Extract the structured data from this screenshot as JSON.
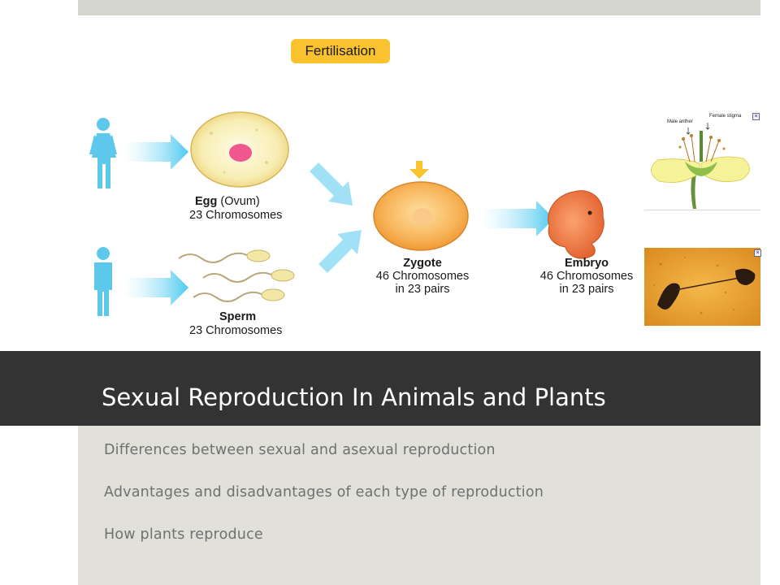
{
  "slide": {
    "title": "Sexual Reproduction In Animals and Plants",
    "bullets": [
      "Differences between sexual and asexual reproduction",
      "Advantages and disadvantages of each type of reproduction",
      "How plants reproduce"
    ]
  },
  "figure": {
    "egg_label_bold": "Egg",
    "egg_label_rest": "(Ovum)",
    "egg_chromosomes": "23 Chromosomes",
    "sperm_label": "Sperm",
    "sperm_chromosomes": "23 Chromosomes",
    "fertilisation": "Fertilisation",
    "zygote_label": "Zygote",
    "zygote_line1": "46 Chromosomes",
    "zygote_line2": "in 23 pairs",
    "embryo_label": "Embryo",
    "embryo_line1": "46 Chromosomes",
    "embryo_line2": "in 23 pairs"
  },
  "flower_image": {
    "label_male": "Male anther",
    "label_female": "Female stigma",
    "close_glyph": "×"
  },
  "micro_image": {
    "close_glyph": "×"
  },
  "colors": {
    "title_bar": "#333333",
    "content_bg": "#e1e1da",
    "arrow": "#5fd0f2",
    "figure_person": "#5ec8ec",
    "fertilisation_badge": "#f9c22e"
  }
}
